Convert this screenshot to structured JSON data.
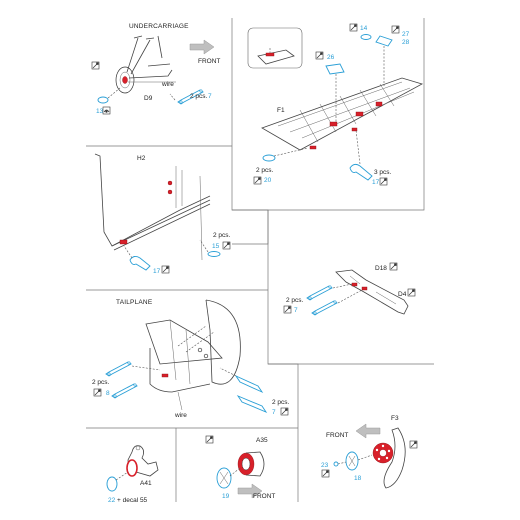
{
  "panels": {
    "undercarriage": {
      "title": "UNDERCARRIAGE",
      "direction": "FRONT",
      "wire": "wire",
      "part_d9": "D9",
      "qty": "2 pcs.",
      "pe_a": "13",
      "pe_b": "7"
    },
    "wing": {
      "part_f1": "F1",
      "pe_14": "14",
      "pe_26": "26",
      "pe_27": "27",
      "pe_28": "28",
      "qty_left": "2 pcs.",
      "pe_20": "20",
      "qty_right": "3 pcs.",
      "pe_17": "17"
    },
    "h2": {
      "part_h2": "H2",
      "qty": "2 pcs.",
      "pe_15": "15",
      "pe_17": "17"
    },
    "d18": {
      "part_d18": "D18",
      "part_d4": "D4",
      "qty": "2 pcs.",
      "pe_7": "7"
    },
    "tailplane": {
      "title": "TAILPLANE",
      "qty_left": "2 pcs.",
      "pe_8": "8",
      "qty_right": "2 pcs.",
      "pe_7": "7",
      "wire": "wire"
    },
    "a41": {
      "part_a41": "A41",
      "pe_22": "22",
      "decal_note": "+ decal 55"
    },
    "a35": {
      "part_a35": "A35",
      "pe_19": "19",
      "direction": "FRONT"
    },
    "f3": {
      "part_f3": "F3",
      "direction": "FRONT",
      "pe_23": "23",
      "pe_18": "18"
    }
  },
  "colors": {
    "accent_blue": "#2a9fd6",
    "part_red": "#d8202a"
  }
}
